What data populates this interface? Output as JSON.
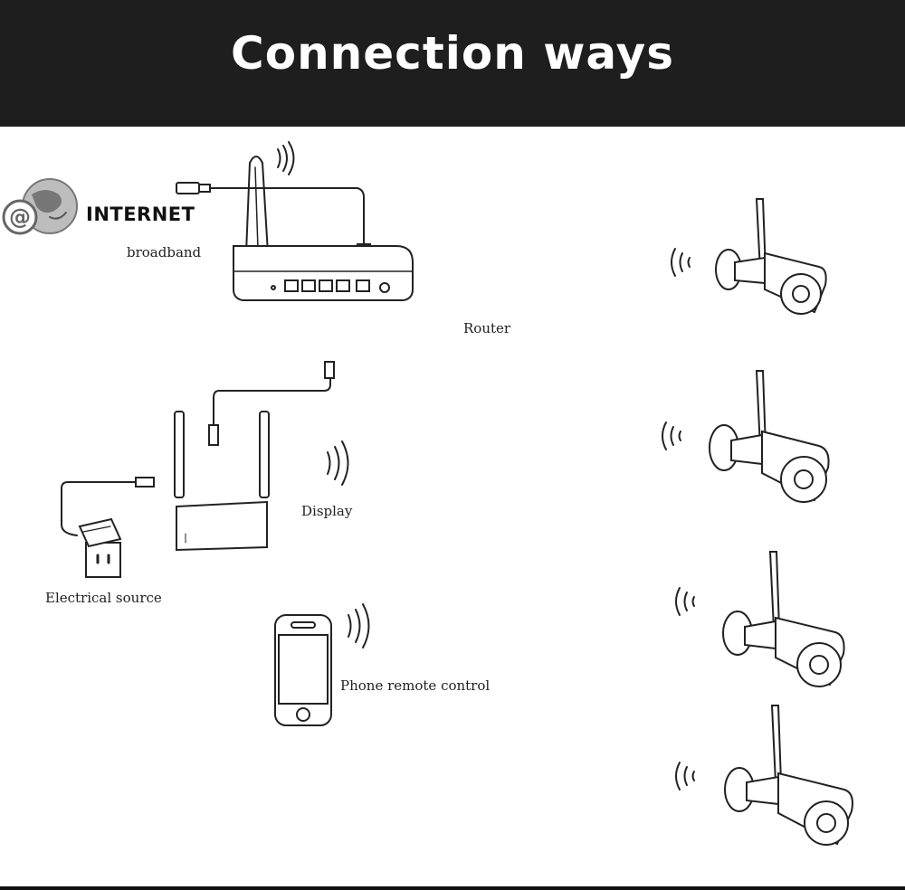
{
  "title": "Connection ways",
  "labels": {
    "internet": "INTERNET",
    "broadband": "broadband",
    "router": "Router",
    "display": "Display",
    "electrical_source": "Electrical source",
    "phone": "Phone remote control"
  },
  "colors": {
    "banner": "#1e1e1e",
    "title": "#ffffff",
    "line": "#222222"
  }
}
